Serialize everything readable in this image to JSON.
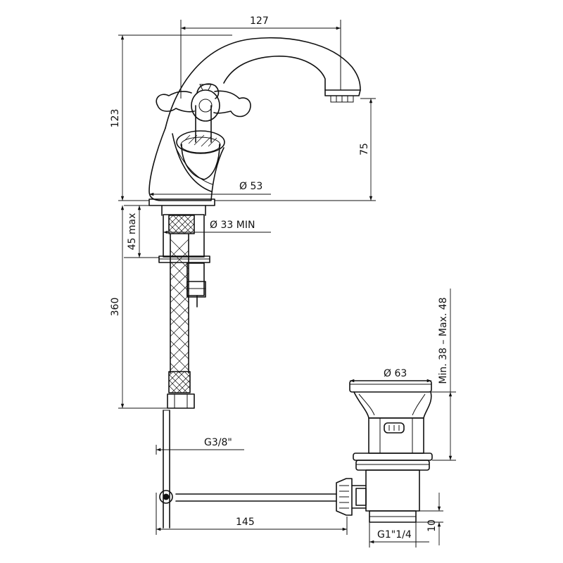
{
  "dimensions": {
    "width_127": "127",
    "height_123": "123",
    "spout_75": "75",
    "base_d53": "Ø 53",
    "hole_d33": "Ø 33 MIN",
    "max_45": "45 max",
    "hose_360": "360",
    "thread_g38": "G3/8\"",
    "pipe_145": "145",
    "waste_d63": "Ø 63",
    "waste_thread": "G1\"1/4",
    "waste_10": "10",
    "waste_range": "Min. 38 – Max. 48"
  }
}
